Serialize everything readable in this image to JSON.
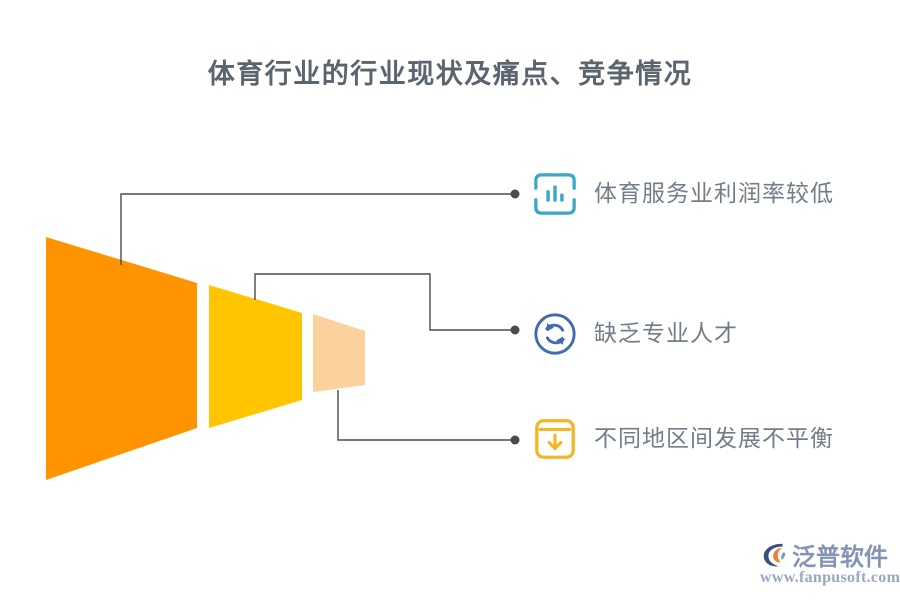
{
  "title": "体育行业的行业现状及痛点、竞争情况",
  "colors": {
    "title_text": "#5b6570",
    "label_text": "#737d88",
    "connector_line": "#4a4a4a",
    "funnel_stage_1": "#FF9400",
    "funnel_stage_2": "#FFC600",
    "funnel_stage_3": "#FBD29B",
    "icon_teal": "#3ba8c8",
    "icon_blue": "#3f6cab",
    "icon_amber": "#f5b625",
    "watermark_brand": "#8494b4",
    "watermark_url": "#9aa7c2",
    "background": "#ffffff"
  },
  "funnel": {
    "name": "three-stage-funnel",
    "stages": [
      {
        "name": "stage-large",
        "color": "#FF9400",
        "label": ""
      },
      {
        "name": "stage-medium",
        "color": "#FFC600",
        "label": ""
      },
      {
        "name": "stage-small",
        "color": "#FBD29B",
        "label": ""
      }
    ]
  },
  "items": [
    {
      "icon": "bar-chart-scan-icon",
      "icon_color": "#3ba8c8",
      "label": "体育服务业利润率较低"
    },
    {
      "icon": "refresh-circle-icon",
      "icon_color": "#3f6cab",
      "label": "缺乏专业人才"
    },
    {
      "icon": "box-download-icon",
      "icon_color": "#f5b625",
      "label": "不同地区间发展不平衡"
    }
  ],
  "watermark": {
    "brand": "泛普软件",
    "url": "www.fanpusoft.com"
  }
}
